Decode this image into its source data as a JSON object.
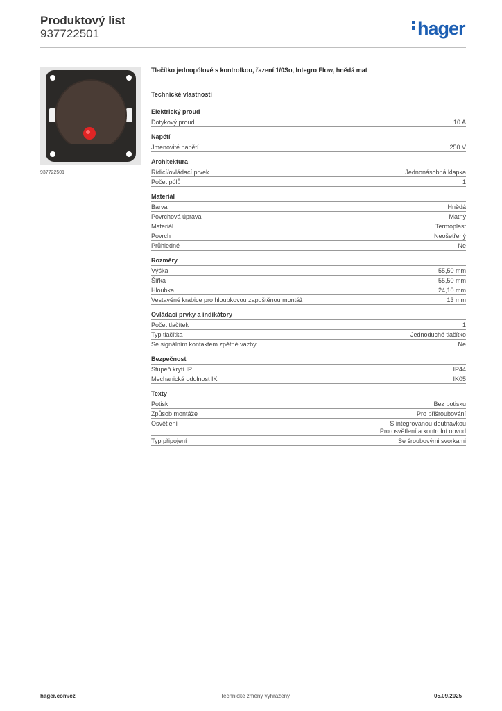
{
  "header": {
    "title": "Produktový list",
    "code": "937722501",
    "logo_text": "hager",
    "brand_color": "#1d5fb3"
  },
  "photo": {
    "caption": "937722501"
  },
  "product": {
    "name": "Tlačítko jednopólové s kontrolkou, řazení 1/0So, Integro Flow, hnědá mat"
  },
  "tech_title": "Technické vlastnosti",
  "groups": [
    {
      "title": "Elektrický proud",
      "rows": [
        {
          "label": "Dotykový proud",
          "value": "10 A"
        }
      ]
    },
    {
      "title": "Napětí",
      "rows": [
        {
          "label": "Jmenovité napětí",
          "value": "250 V"
        }
      ]
    },
    {
      "title": "Architektura",
      "rows": [
        {
          "label": "Řídicí/ovládací prvek",
          "value": "Jednonásobná klapka"
        },
        {
          "label": "Počet pólů",
          "value": "1"
        }
      ]
    },
    {
      "title": "Materiál",
      "rows": [
        {
          "label": "Barva",
          "value": "Hnědá"
        },
        {
          "label": "Povrchová úprava",
          "value": "Matný"
        },
        {
          "label": "Materiál",
          "value": "Termoplast"
        },
        {
          "label": "Povrch",
          "value": "Neošetřený"
        },
        {
          "label": "Průhledné",
          "value": "Ne"
        }
      ]
    },
    {
      "title": "Rozměry",
      "rows": [
        {
          "label": "Výška",
          "value": "55,50 mm"
        },
        {
          "label": "Šířka",
          "value": "55,50 mm"
        },
        {
          "label": "Hloubka",
          "value": "24,10 mm"
        },
        {
          "label": "Vestavěné krabice pro hloubkovou zapuštěnou montáž",
          "value": "13 mm"
        }
      ]
    },
    {
      "title": "Ovládací prvky a indikátory",
      "rows": [
        {
          "label": "Počet tlačítek",
          "value": "1"
        },
        {
          "label": "Typ tlačítka",
          "value": "Jednoduché tlačítko"
        },
        {
          "label": "Se signálním kontaktem zpětné vazby",
          "value": "Ne"
        }
      ]
    },
    {
      "title": "Bezpečnost",
      "rows": [
        {
          "label": "Stupeň krytí IP",
          "value": "IP44"
        },
        {
          "label": "Mechanická odolnost IK",
          "value": "IK05"
        }
      ]
    },
    {
      "title": "Texty",
      "rows": [
        {
          "label": "Potisk",
          "value": "Bez potisku"
        },
        {
          "label": "Způsob montáže",
          "value": "Pro přišroubování"
        },
        {
          "label": "Osvětlení",
          "value": "S integrovanou doutnavkou",
          "value2": "Pro osvětlení a kontrolní obvod"
        },
        {
          "label": "Typ připojení",
          "value": "Se šroubovými svorkami"
        }
      ]
    }
  ],
  "footer": {
    "left": "hager.com/cz",
    "center": "Technické změny vyhrazeny",
    "right": "05.09.2025"
  }
}
